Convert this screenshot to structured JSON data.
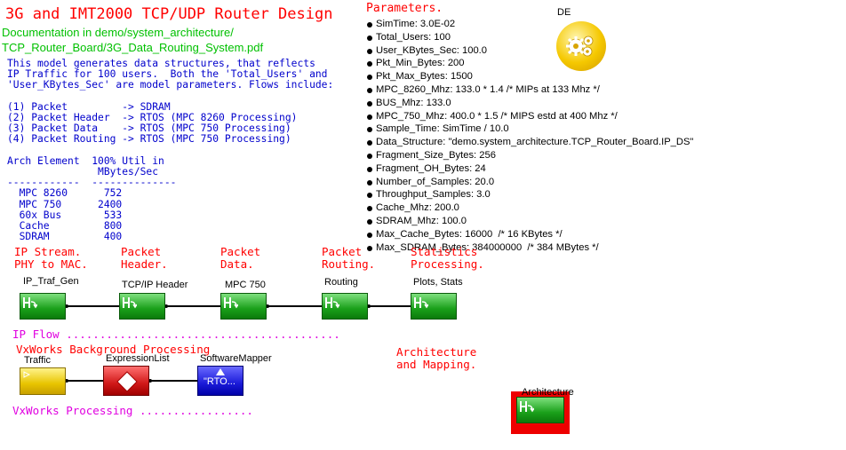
{
  "header": {
    "title": "3G and IMT2000 TCP/UDP Router Design",
    "doc_line1": "Documentation in demo/system_architecture/",
    "doc_line2": "TCP_Router_Board/3G_Data_Routing_System.pdf"
  },
  "description": "This model generates data structures, that reflects\nIP Traffic for 100 users.  Both the 'Total_Users' and\n'User_KBytes_Sec' are model parameters. Flows include:\n\n(1) Packet         -> SDRAM\n(2) Packet Header  -> RTOS (MPC 8260 Processing)\n(3) Packet Data    -> RTOS (MPC 750 Processing)\n(4) Packet Routing -> RTOS (MPC 750 Processing)\n\nArch Element  100% Util in\n               MBytes/Sec\n------------  --------------\n  MPC 8260      752\n  MPC 750      2400\n  60x Bus       533\n  Cache         800\n  SDRAM         400",
  "parameters": {
    "title": "Parameters.",
    "items": [
      "SimTime: 3.0E-02",
      "Total_Users: 100",
      "User_KBytes_Sec: 100.0",
      "Pkt_Min_Bytes: 200",
      "Pkt_Max_Bytes: 1500",
      "MPC_8260_Mhz: 133.0 * 1.4 /* MIPs at 133 Mhz */",
      "BUS_Mhz: 133.0",
      "MPC_750_Mhz: 400.0 * 1.5 /* MIPS estd at 400 Mhz */",
      "Sample_Time: SimTime / 10.0",
      "Data_Structure: \"demo.system_architecture.TCP_Router_Board.IP_DS\"",
      "Fragment_Size_Bytes: 256",
      "Fragment_OH_Bytes: 24",
      "Number_of_Samples: 20.0",
      "Throughput_Samples: 3.0",
      "Cache_Mhz: 200.0",
      "SDRAM_Mhz: 100.0",
      "Max_Cache_Bytes: 16000  /* 16 KBytes */",
      "Max_SDRAM_Bytes: 384000000  /* 384 MBytes */"
    ]
  },
  "de": {
    "label": "DE"
  },
  "stage_labels": {
    "ip_stream": "IP Stream.\nPHY to MAC.",
    "packet_header": "Packet\nHeader.",
    "packet_data": "Packet\nData.",
    "packet_routing": "Packet\nRouting.",
    "statistics": "Statistics\nProcessing."
  },
  "ip_flow": {
    "label": "IP Flow .........................................",
    "blocks": [
      "IP_Traf_Gen",
      "TCP/IP Header",
      "MPC 750",
      "Routing",
      "Plots, Stats"
    ]
  },
  "vxworks": {
    "title": "VxWorks Background Processing",
    "processing_label": "VxWorks Processing .................",
    "blocks": [
      "Traffic",
      "ExpressionList",
      "SoftwareMapper"
    ],
    "mapper_text": "\"RTO..."
  },
  "architecture": {
    "label": "Architecture\nand Mapping.",
    "block": "Architecture"
  }
}
